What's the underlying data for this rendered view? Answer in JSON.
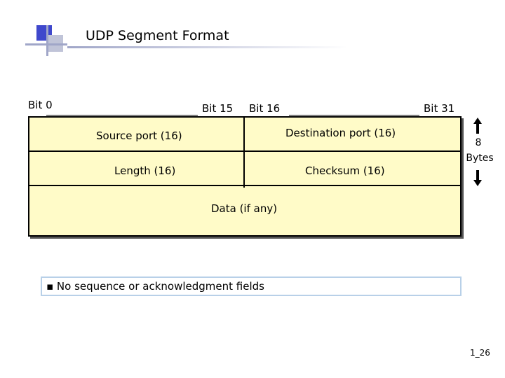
{
  "slide": {
    "title": "UDP Segment Format",
    "page_number": "1_26"
  },
  "bit_labels": {
    "bit0": "Bit 0",
    "bit15": "Bit 15",
    "bit16": "Bit 16",
    "bit31": "Bit 31"
  },
  "fields": {
    "source_port": "Source port (16)",
    "destination_port": "Destination port (16)",
    "length": "Length (16)",
    "checksum": "Checksum (16)",
    "data": "Data (if any)"
  },
  "size_annotation": {
    "number": "8",
    "unit": "Bytes"
  },
  "note": "▪ No sequence or acknowledgment fields",
  "colors": {
    "frame_fill": "#fffbc8",
    "logo_blue": "#3f48cc",
    "note_border": "#b8d0e8"
  }
}
